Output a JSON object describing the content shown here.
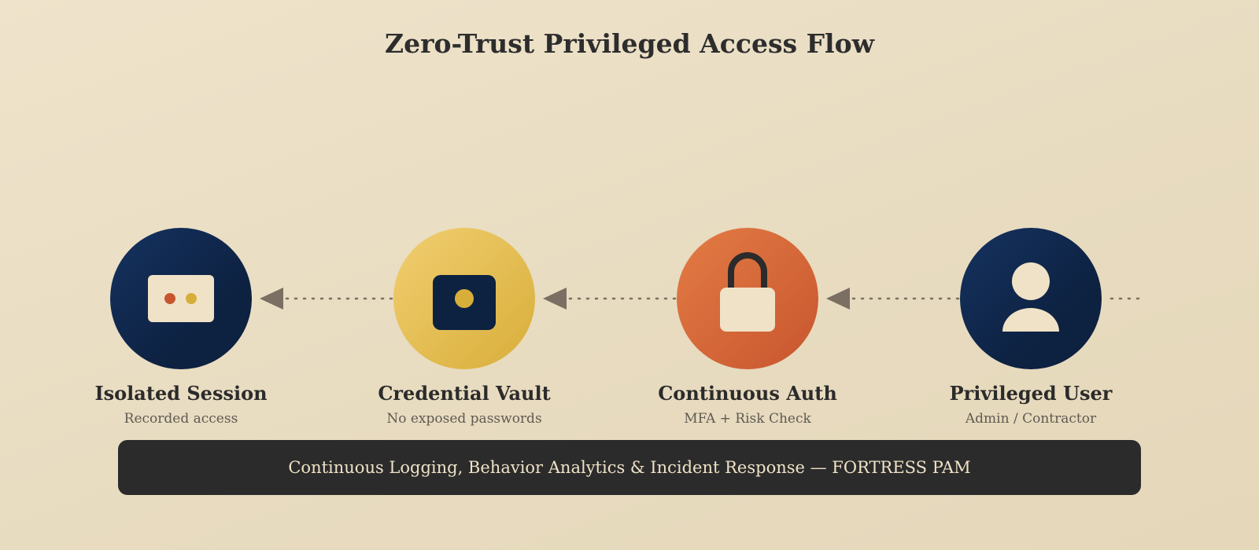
{
  "title": "Zero-Trust Privileged Access Flow",
  "nodes": [
    {
      "label": "Isolated Session",
      "sub": "Recorded access",
      "icon": "session-icon"
    },
    {
      "label": "Credential Vault",
      "sub": "No exposed passwords",
      "icon": "vault-icon"
    },
    {
      "label": "Continuous Auth",
      "sub": "MFA + Risk Check",
      "icon": "lock-icon"
    },
    {
      "label": "Privileged User",
      "sub": "Admin / Contractor",
      "icon": "user-icon"
    }
  ],
  "banner": "Continuous Logging, Behavior Analytics & Incident Response — FORTRESS PAM",
  "colors": {
    "navy": "#0f2548",
    "gold": "#e3bb4f",
    "orange": "#d5663a",
    "cream": "#efe2c7",
    "dark": "#2b2b2b",
    "connector": "#7a6f62"
  }
}
